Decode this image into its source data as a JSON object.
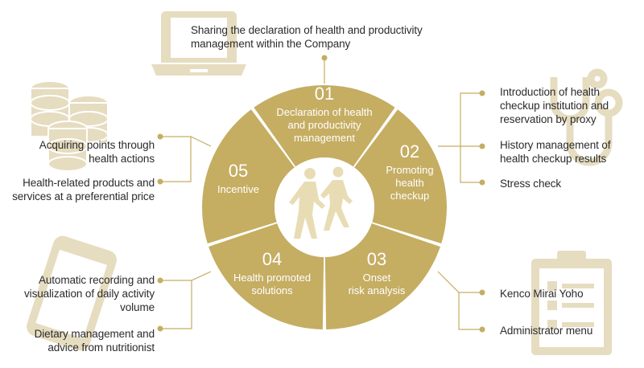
{
  "colors": {
    "segment": "#c5ad62",
    "icon": "#e6dcc0",
    "line": "#c5ad62",
    "center": "#ffffff",
    "runner": "#e8dcb4"
  },
  "center": {
    "icon": "runners-icon"
  },
  "segments": [
    {
      "number": "01",
      "lines": [
        "Declaration of health",
        "and productivity",
        "management"
      ]
    },
    {
      "number": "02",
      "lines": [
        "Promoting",
        "health",
        "checkup"
      ]
    },
    {
      "number": "03",
      "lines": [
        "Onset",
        "risk analysis"
      ]
    },
    {
      "number": "04",
      "lines": [
        "Health promoted",
        "solutions"
      ]
    },
    {
      "number": "05",
      "lines": [
        "Incentive"
      ]
    }
  ],
  "top": {
    "text": "Sharing the declaration of health and productivity management within the Company",
    "icon": "laptop-icon"
  },
  "right_top": {
    "items": [
      "Introduction of health checkup institution and reservation by proxy",
      "History management of health checkup results",
      "Stress check"
    ],
    "icon": "stethoscope-icon"
  },
  "right_bottom": {
    "items": [
      "Kenco Mirai Yoho",
      "Administrator menu"
    ],
    "icon": "clipboard-icon"
  },
  "left_top": {
    "items": [
      "Acquiring points through health actions",
      "Health-related products and services at a preferential price"
    ],
    "icon": "coins-icon"
  },
  "left_bottom": {
    "items": [
      "Automatic recording and visualization of daily activity volume",
      "Dietary management and advice from nutritionist"
    ],
    "icon": "smartphone-icon"
  }
}
